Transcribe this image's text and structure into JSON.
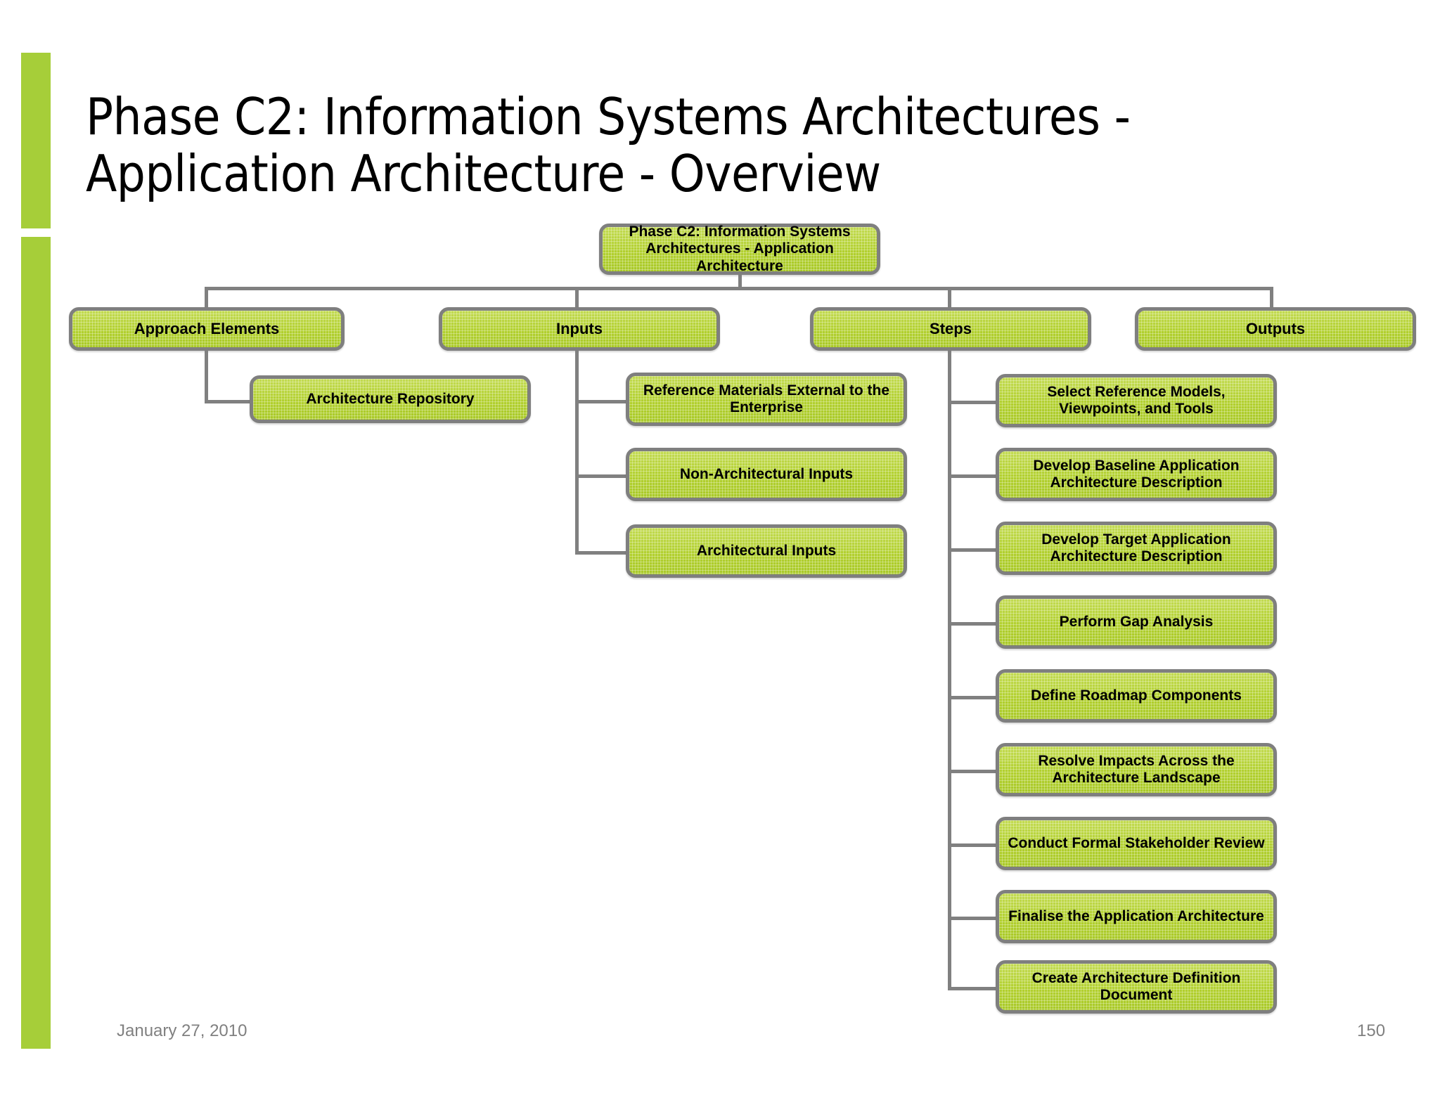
{
  "slide": {
    "title": "Phase C2: Information Systems Architectures -\nApplication Architecture - Overview",
    "date": "January 27, 2010",
    "page_number": "150",
    "accent_color": "#a6ce39",
    "node_fill_color": "#b8d43a",
    "node_border_color": "#7f7f7f",
    "connector_color": "#808080",
    "footer_text_color": "#808080"
  },
  "chart_data": {
    "type": "tree",
    "title": "Phase C2: Information Systems Architectures - Application Architecture",
    "root": "Phase C2: Information Systems Architectures - Application Architecture",
    "branches": [
      {
        "label": "Approach Elements",
        "children": [
          "Architecture Repository"
        ]
      },
      {
        "label": "Inputs",
        "children": [
          "Reference Materials External to the Enterprise",
          "Non-Architectural Inputs",
          "Architectural Inputs"
        ]
      },
      {
        "label": "Steps",
        "children": [
          "Select Reference Models, Viewpoints, and Tools",
          "Develop Baseline Application Architecture Description",
          "Develop Target Application Architecture Description",
          "Perform Gap Analysis",
          "Define Roadmap Components",
          "Resolve Impacts Across the Architecture Landscape",
          "Conduct Formal Stakeholder Review",
          "Finalise the Application Architecture",
          "Create Architecture Definition Document"
        ]
      },
      {
        "label": "Outputs",
        "children": []
      }
    ]
  },
  "nodes": {
    "root": "Phase C2: Information Systems Architectures - Application Architecture",
    "approach_elements": "Approach Elements",
    "inputs": "Inputs",
    "steps": "Steps",
    "outputs": "Outputs",
    "architecture_repository": "Architecture Repository",
    "input_1": "Reference Materials External to the Enterprise",
    "input_2": "Non-Architectural Inputs",
    "input_3": "Architectural Inputs",
    "step_1": "Select Reference Models, Viewpoints, and Tools",
    "step_2": "Develop Baseline Application Architecture Description",
    "step_3": "Develop Target Application Architecture Description",
    "step_4": "Perform Gap Analysis",
    "step_5": "Define Roadmap Components",
    "step_6": "Resolve Impacts Across the Architecture Landscape",
    "step_7": "Conduct Formal Stakeholder Review",
    "step_8": "Finalise the Application Architecture",
    "step_9": "Create Architecture Definition Document"
  }
}
